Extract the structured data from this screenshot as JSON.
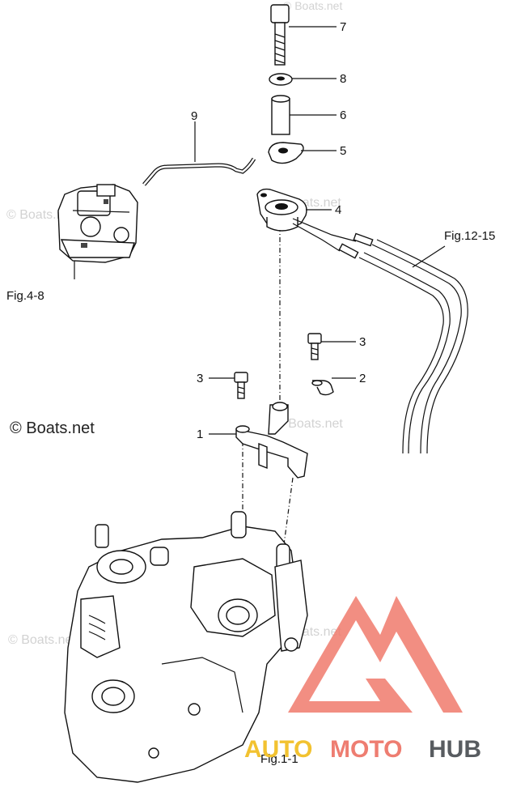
{
  "watermarks": {
    "copyright": "© Boats.net",
    "faint": "© Boats.net"
  },
  "callouts": [
    {
      "id": "c7",
      "label": "7"
    },
    {
      "id": "c8",
      "label": "8"
    },
    {
      "id": "c6",
      "label": "6"
    },
    {
      "id": "c5",
      "label": "5"
    },
    {
      "id": "c4",
      "label": "4"
    },
    {
      "id": "c9",
      "label": "9"
    },
    {
      "id": "c3a",
      "label": "3"
    },
    {
      "id": "c2",
      "label": "2"
    },
    {
      "id": "c3b",
      "label": "3"
    },
    {
      "id": "c1",
      "label": "1"
    }
  ],
  "figure_refs": {
    "carburetor": "Fig.4-8",
    "cables": "Fig.12-15",
    "block": "Fig.1-1"
  },
  "logo": {
    "part1": "AUTO",
    "part2": "MOTO",
    "part3": "HUB",
    "colors": {
      "yellow": "#f2c230",
      "red": "#ee7d71",
      "gray": "#585c60",
      "triangle": "#f07a6c"
    }
  }
}
